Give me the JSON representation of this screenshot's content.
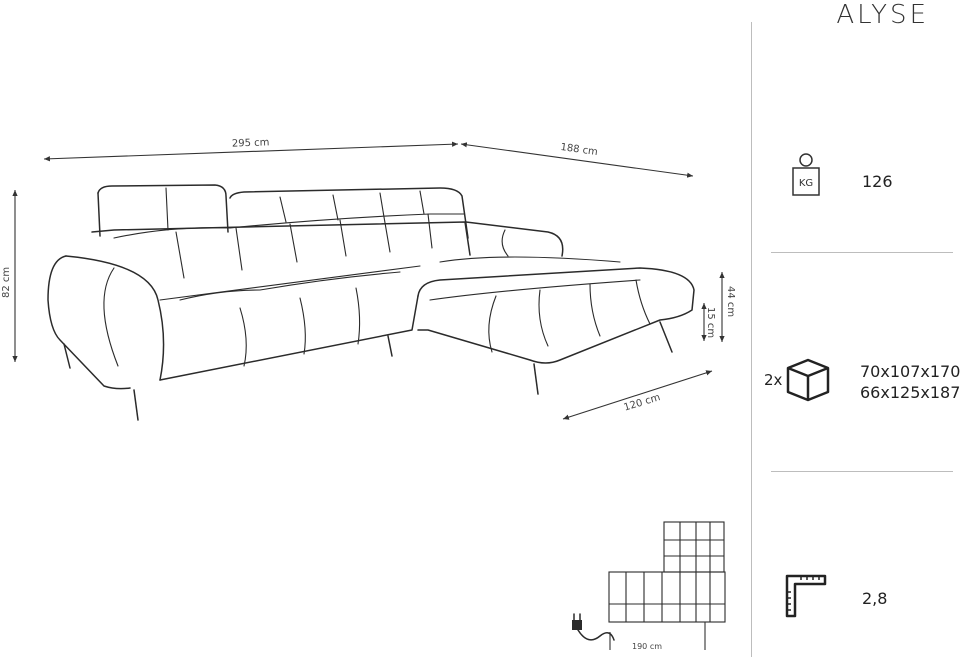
{
  "product": {
    "brand": "ALYSE"
  },
  "dimensions": {
    "width": "295 cm",
    "depth": "188 cm",
    "height": "82 cm",
    "seat_height": "44 cm",
    "leg_height": "15 cm",
    "chaise_width": "120 cm",
    "bed_width": "190 cm"
  },
  "specs": {
    "weight": {
      "icon": "weight-kg-icon",
      "icon_text": "KG",
      "value": "126"
    },
    "packages": {
      "icon": "box-icon",
      "count": "2x",
      "lines": [
        "70x107x170",
        "66x125x187"
      ]
    },
    "shape": {
      "icon": "corner-ruler-icon",
      "value": "2,8"
    }
  },
  "colors": {
    "line": "#2b2b2b",
    "divider": "#bdbdbd"
  }
}
